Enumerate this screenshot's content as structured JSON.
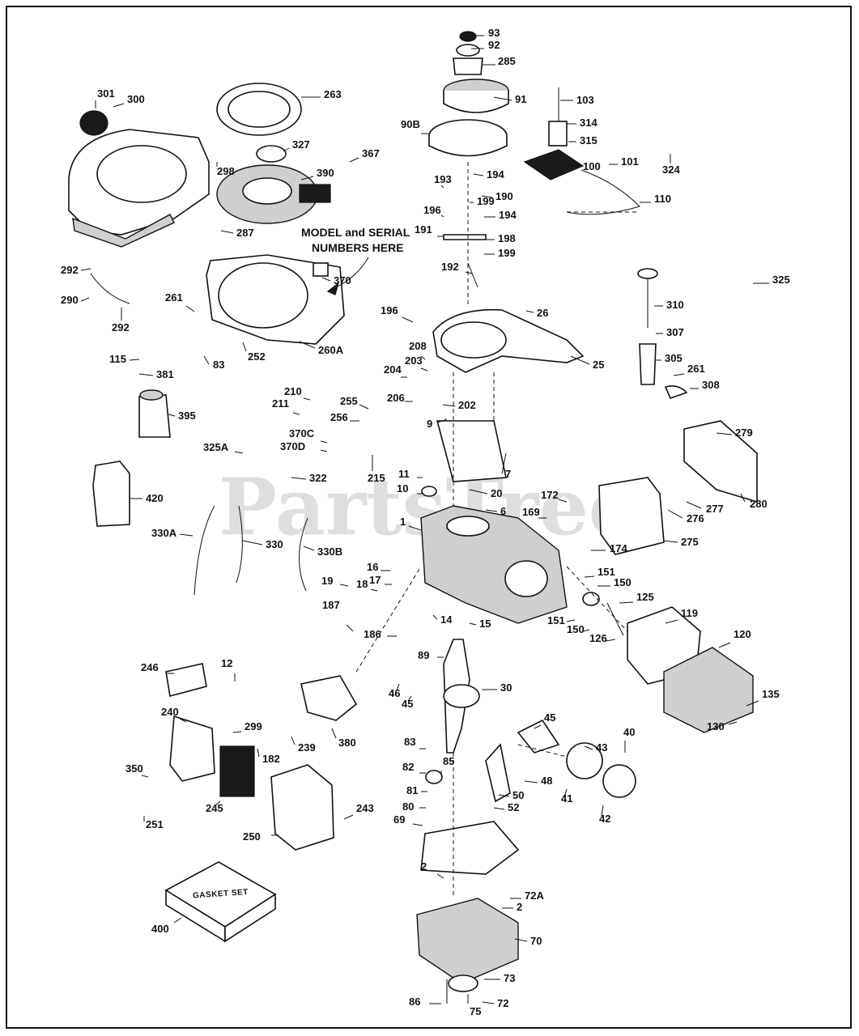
{
  "watermark": "PartsTree",
  "note": {
    "line1": "MODEL and SERIAL",
    "line2": "NUMBERS HERE"
  },
  "gasket_box_label": "GASKET SET",
  "callouts": [
    "93",
    "92",
    "285",
    "91",
    "103",
    "314",
    "315",
    "90B",
    "101",
    "100",
    "324",
    "110",
    "301",
    "300",
    "263",
    "327",
    "367",
    "298",
    "390",
    "287",
    "194",
    "193",
    "190",
    "199",
    "196",
    "194b",
    "191",
    "198",
    "199b",
    "292",
    "290",
    "292b",
    "370",
    "261",
    "83",
    "252",
    "260A",
    "192",
    "196b",
    "26",
    "25",
    "208",
    "203",
    "204",
    "206",
    "202",
    "325",
    "310",
    "307",
    "305",
    "261b",
    "308",
    "115",
    "381",
    "395",
    "210",
    "211",
    "255",
    "256",
    "9",
    "370C",
    "370D",
    "215",
    "7",
    "279",
    "280",
    "325A",
    "322",
    "11",
    "10",
    "20",
    "6",
    "172",
    "169",
    "277",
    "276",
    "275",
    "420",
    "1",
    "174",
    "330A",
    "330",
    "330B",
    "16",
    "17",
    "18",
    "19",
    "14",
    "15",
    "151",
    "150",
    "125",
    "151b",
    "150b",
    "126",
    "119",
    "187",
    "186",
    "89",
    "120",
    "246",
    "12",
    "46",
    "45",
    "30",
    "135",
    "130",
    "240",
    "299",
    "182",
    "239",
    "380",
    "45b",
    "40",
    "43",
    "83b",
    "82",
    "85",
    "48",
    "350",
    "81",
    "50",
    "41",
    "80",
    "52",
    "42",
    "245",
    "251",
    "243",
    "69",
    "250",
    "2",
    "72A",
    "2b",
    "400",
    "70",
    "73",
    "86",
    "75",
    "72"
  ],
  "labels": {
    "93": "93",
    "92": "92",
    "285": "285",
    "91": "91",
    "103": "103",
    "314": "314",
    "315": "315",
    "90B": "90B",
    "101": "101",
    "100": "100",
    "324": "324",
    "110": "110",
    "301": "301",
    "300": "300",
    "263": "263",
    "327": "327",
    "367": "367",
    "298": "298",
    "390": "390",
    "287": "287",
    "194": "194",
    "193": "193",
    "190": "190",
    "199": "199",
    "196": "196",
    "194b": "194",
    "191": "191",
    "198": "198",
    "199b": "199",
    "292": "292",
    "290": "290",
    "292b": "292",
    "370": "370",
    "261": "261",
    "83": "83",
    "252": "252",
    "260A": "260A",
    "192": "192",
    "196b": "196",
    "26": "26",
    "25": "25",
    "208": "208",
    "203": "203",
    "204": "204",
    "206": "206",
    "202": "202",
    "325": "325",
    "310": "310",
    "307": "307",
    "305": "305",
    "261b": "261",
    "308": "308",
    "115": "115",
    "381": "381",
    "395": "395",
    "210": "210",
    "211": "211",
    "255": "255",
    "256": "256",
    "9": "9",
    "370C": "370C",
    "370D": "370D",
    "215": "215",
    "7": "7",
    "279": "279",
    "280": "280",
    "325A": "325A",
    "322": "322",
    "11": "11",
    "10": "10",
    "20": "20",
    "6": "6",
    "172": "172",
    "169": "169",
    "277": "277",
    "276": "276",
    "275": "275",
    "420": "420",
    "1": "1",
    "174": "174",
    "330A": "330A",
    "330": "330",
    "330B": "330B",
    "16": "16",
    "17": "17",
    "18": "18",
    "19": "19",
    "14": "14",
    "15": "15",
    "151": "151",
    "150": "150",
    "125": "125",
    "151b": "151",
    "150b": "150",
    "126": "126",
    "119": "119",
    "187": "187",
    "186": "186",
    "89": "89",
    "120": "120",
    "246": "246",
    "12": "12",
    "46": "46",
    "45": "45",
    "30": "30",
    "135": "135",
    "130": "130",
    "240": "240",
    "299": "299",
    "182": "182",
    "239": "239",
    "380": "380",
    "45b": "45",
    "40": "40",
    "43": "43",
    "83b": "83",
    "82": "82",
    "85": "85",
    "48": "48",
    "350": "350",
    "81": "81",
    "50": "50",
    "41": "41",
    "80": "80",
    "52": "52",
    "42": "42",
    "245": "245",
    "251": "251",
    "243": "243",
    "69": "69",
    "250": "250",
    "2": "2",
    "72A": "72A",
    "2b": "2",
    "400": "400",
    "70": "70",
    "73": "73",
    "86": "86",
    "75": "75",
    "72": "72"
  }
}
